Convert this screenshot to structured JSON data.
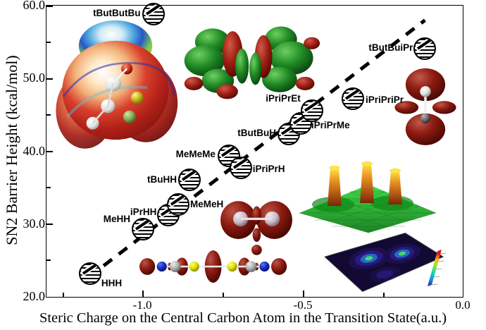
{
  "axes": {
    "ylabel": "SN2 Barrier Height (kcal/mol)",
    "xlabel": "Steric Charge on the Central Carbon Atom in the Transition State(a.u.)",
    "ytick_labels": [
      "60.0",
      "50.0",
      "40.0",
      "30.0",
      "20.0"
    ],
    "xtick_labels": [
      "-1.0",
      "-0.5",
      "0.0"
    ],
    "ylim": [
      20.0,
      60.0
    ],
    "xlim": [
      -1.205,
      0.065
    ],
    "frame_color": "#000000"
  },
  "chart_data": {
    "type": "scatter",
    "title": "",
    "xlabel": "Steric Charge on the Central Carbon Atom in the Transition State(a.u.)",
    "ylabel": "SN2 Barrier Height (kcal/mol)",
    "xlim": [
      -1.205,
      0.065
    ],
    "ylim": [
      20.0,
      60.0
    ],
    "xticks": [
      -1.0,
      -0.5,
      0.0
    ],
    "yticks": [
      20.0,
      30.0,
      40.0,
      50.0,
      60.0
    ],
    "grid": false,
    "legend": "none",
    "marker_style": "hatched-sphere",
    "trendline": {
      "style": "dashed",
      "color": "#000000",
      "x": [
        -1.17,
        -0.12
      ],
      "y": [
        22.6,
        58.0
      ]
    },
    "points": [
      {
        "label": "HHH",
        "x": -1.165,
        "y": 23.1
      },
      {
        "label": "MeHH",
        "x": -1.0,
        "y": 29.2
      },
      {
        "label": "iPrHH",
        "x": -0.92,
        "y": 31.2
      },
      {
        "label": "MeMeH",
        "x": -0.89,
        "y": 32.6
      },
      {
        "label": "tBuHH",
        "x": -0.855,
        "y": 36.0
      },
      {
        "label": "MeMeMe",
        "x": -0.732,
        "y": 39.3
      },
      {
        "label": "iPriPrH",
        "x": -0.695,
        "y": 37.7
      },
      {
        "label": "tButBuH",
        "x": -0.545,
        "y": 42.3
      },
      {
        "label": "iPriPrMe",
        "x": -0.508,
        "y": 43.8
      },
      {
        "label": "iPriPrEt",
        "x": -0.473,
        "y": 45.5
      },
      {
        "label": "iPriPriPr",
        "x": -0.345,
        "y": 47.2
      },
      {
        "label": "tButBuiPr",
        "x": -0.12,
        "y": 54.1
      },
      {
        "label": "tButButBu",
        "x": -0.968,
        "y": 58.8
      }
    ]
  },
  "data_labels": {
    "HHH": "HHH",
    "MeHH": "MeHH",
    "iPrHH": "iPrHH",
    "MeMeH": "MeMeH",
    "tBuHH": "tBuHH",
    "MeMeMe": "MeMeMe",
    "iPriPrH": "iPriPrH",
    "tButBuH": "tButBuH",
    "iPriPrMe": "iPriPrMe",
    "iPriPrEt": "iPriPrEt",
    "iPriPriPr": "iPriPriPr",
    "tButBuiPr": "tButBuiPr",
    "tButButBu": "tButButBu"
  },
  "insets": {
    "esp_surface": "electrostatic-potential-surface",
    "green_orbitals": "molecular-orbital-isosurface-pair",
    "red_orbital_right": "p-orbital-isosurface",
    "red_orbital_mid": "electron-density-lobes",
    "linear_molecule": "sn2-transition-state-structure",
    "surface_plot": "3d-steric-potential-surface",
    "contour_plot": "2d-contour-map",
    "colorbar": "rainbow-colorbar"
  },
  "colors": {
    "accent_red": "#a01616",
    "accent_green": "#1b7a1b",
    "accent_blue": "#1430c8",
    "sulfur_yellow": "#e8e800",
    "carbon_gray": "#b4b4b4",
    "frame": "#000000"
  }
}
